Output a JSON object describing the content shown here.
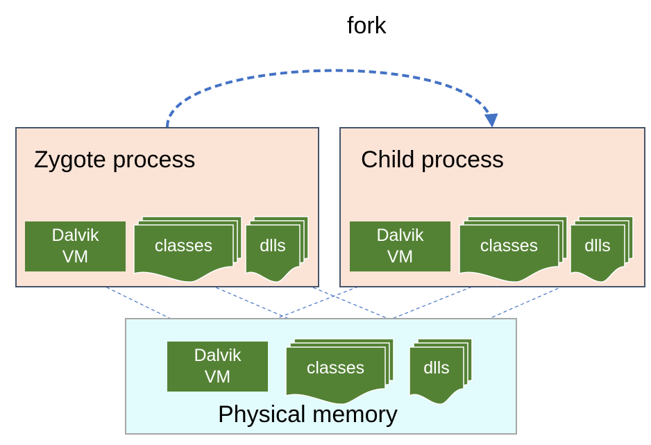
{
  "fork": {
    "label": "fork"
  },
  "zygote": {
    "title": "Zygote process",
    "vm_line1": "Dalvik",
    "vm_line2": "VM",
    "classes": "classes",
    "dlls": "dlls"
  },
  "child": {
    "title": "Child process",
    "vm_line1": "Dalvik",
    "vm_line2": "VM",
    "classes": "classes",
    "dlls": "dlls"
  },
  "memory": {
    "title": "Physical memory",
    "vm_line1": "Dalvik",
    "vm_line2": "VM",
    "classes": "classes",
    "dlls": "dlls"
  },
  "colors": {
    "process_fill": "#fbe3d6",
    "process_border": "#44546a",
    "memory_fill": "#e2fbfc",
    "memory_border": "#a6a6a6",
    "block_green": "#548235",
    "arrow_blue": "#4472c4"
  }
}
